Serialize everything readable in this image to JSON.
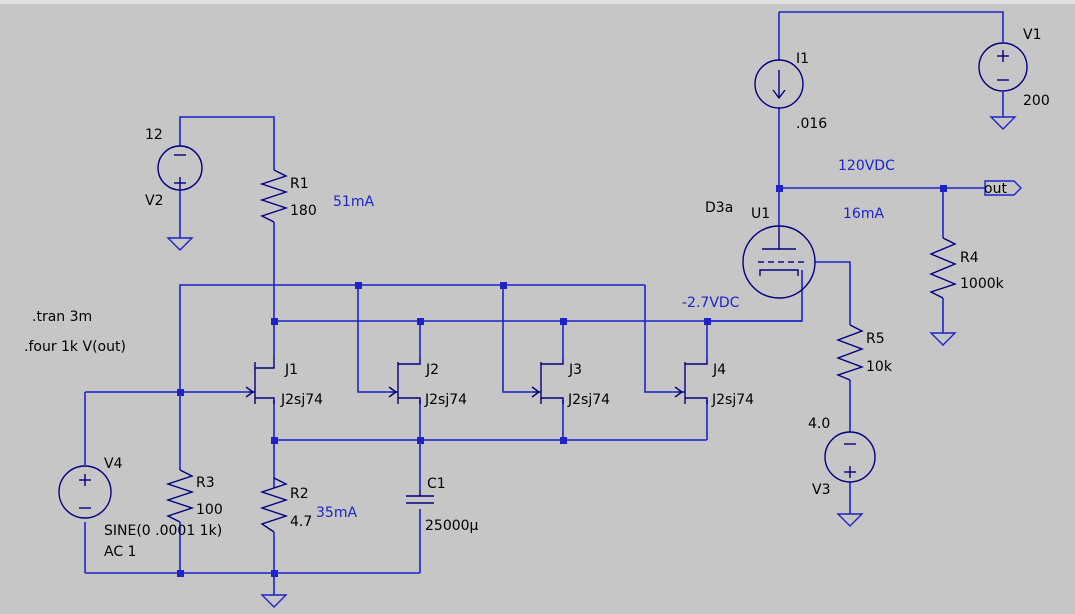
{
  "colors": {
    "background": "#c6c6c6",
    "wire": "#1c24c8",
    "component": "#000080",
    "text": "#000000",
    "annotation": "#1c24c8"
  },
  "directives": {
    "tran": ".tran 3m",
    "four": ".four 1k V(out)"
  },
  "sources": {
    "v1": {
      "name": "V1",
      "value": "200"
    },
    "v2": {
      "name": "V2",
      "value": "12"
    },
    "v3": {
      "name": "V3",
      "value": "4.0"
    },
    "v4": {
      "name": "V4",
      "value": "SINE(0 .0001 1k)",
      "ac": "AC 1"
    },
    "i1": {
      "name": "I1",
      "value": ".016"
    }
  },
  "resistors": {
    "r1": {
      "name": "R1",
      "value": "180"
    },
    "r2": {
      "name": "R2",
      "value": "4.7"
    },
    "r3": {
      "name": "R3",
      "value": "100"
    },
    "r4": {
      "name": "R4",
      "value": "1000k"
    },
    "r5": {
      "name": "R5",
      "value": "10k"
    }
  },
  "capacitors": {
    "c1": {
      "name": "C1",
      "value": "25000µ"
    }
  },
  "jfets": {
    "j1": {
      "name": "J1",
      "model": "J2sj74"
    },
    "j2": {
      "name": "J2",
      "model": "J2sj74"
    },
    "j3": {
      "name": "J3",
      "model": "J2sj74"
    },
    "j4": {
      "name": "J4",
      "model": "J2sj74"
    }
  },
  "tube": {
    "name": "U1",
    "model": "D3a"
  },
  "output": {
    "label": "out"
  },
  "annotations": {
    "r1_current": "51mA",
    "r2_current": "35mA",
    "tube_current": "16mA",
    "plate_voltage": "120VDC",
    "grid_voltage": "-2.7VDC"
  }
}
